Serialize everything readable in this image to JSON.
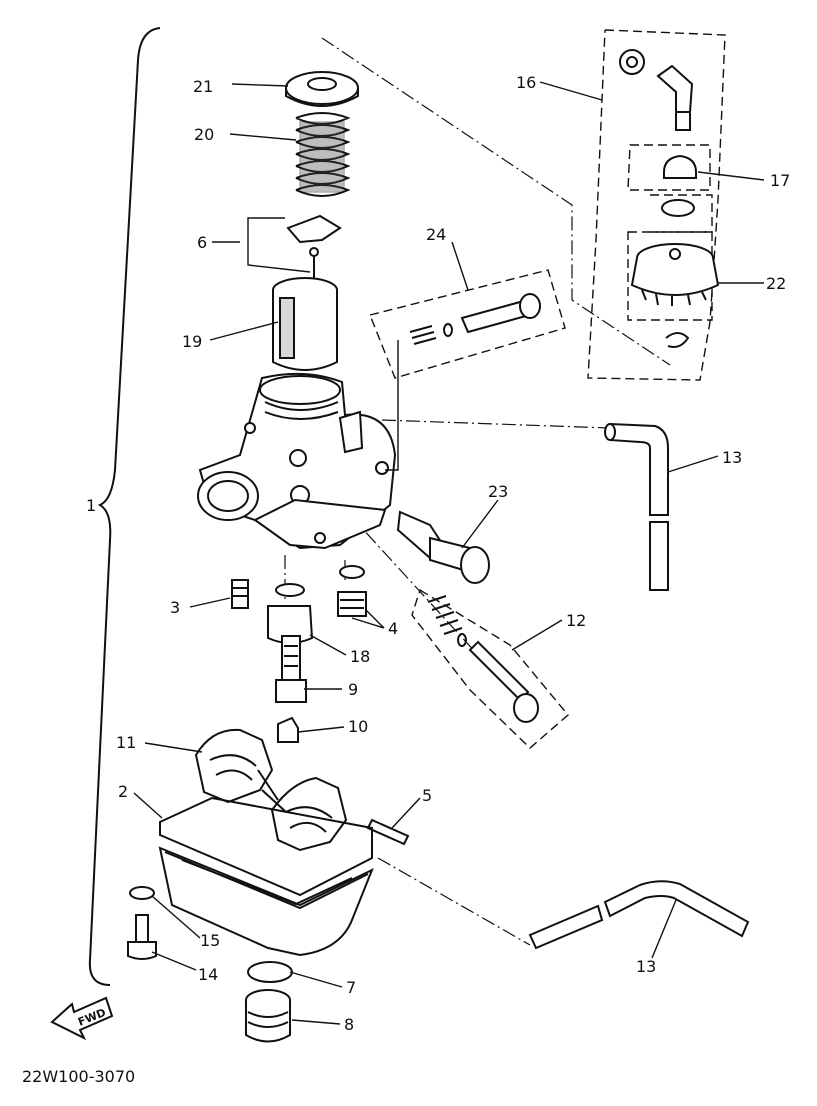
{
  "diagram": {
    "callouts": [
      {
        "id": "p1",
        "label": "1"
      },
      {
        "id": "p2",
        "label": "2"
      },
      {
        "id": "p3",
        "label": "3"
      },
      {
        "id": "p4",
        "label": "4"
      },
      {
        "id": "p5",
        "label": "5"
      },
      {
        "id": "p6",
        "label": "6"
      },
      {
        "id": "p7",
        "label": "7"
      },
      {
        "id": "p8",
        "label": "8"
      },
      {
        "id": "p9",
        "label": "9"
      },
      {
        "id": "p10",
        "label": "10"
      },
      {
        "id": "p11",
        "label": "11"
      },
      {
        "id": "p12",
        "label": "12"
      },
      {
        "id": "p13a",
        "label": "13"
      },
      {
        "id": "p13b",
        "label": "13"
      },
      {
        "id": "p14",
        "label": "14"
      },
      {
        "id": "p15",
        "label": "15"
      },
      {
        "id": "p16",
        "label": "16"
      },
      {
        "id": "p17",
        "label": "17"
      },
      {
        "id": "p18",
        "label": "18"
      },
      {
        "id": "p19",
        "label": "19"
      },
      {
        "id": "p20",
        "label": "20"
      },
      {
        "id": "p21",
        "label": "21"
      },
      {
        "id": "p22",
        "label": "22"
      },
      {
        "id": "p23",
        "label": "23"
      },
      {
        "id": "p24",
        "label": "24"
      }
    ],
    "fwd_label": "FWD",
    "drawing_code": "22W100-3070"
  }
}
